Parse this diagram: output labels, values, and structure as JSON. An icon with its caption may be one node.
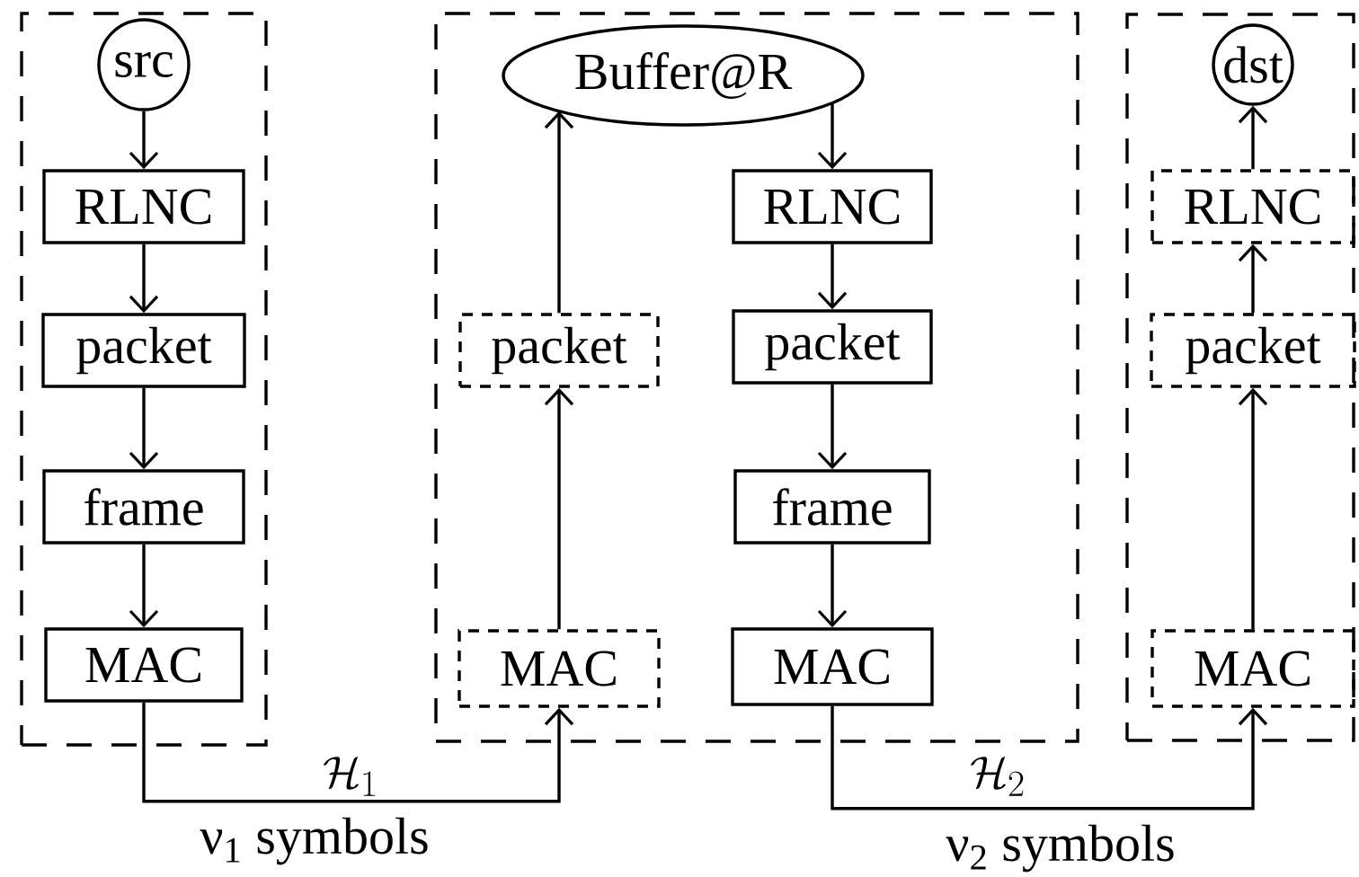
{
  "diagram": {
    "nodes": [
      {
        "text": [],
        "shape": "box"
      },
      {
        "text": [
          "src"
        ],
        "in": 0
      },
      {
        "text": [
          "RLNC"
        ],
        "in": 0
      },
      {
        "text": [
          "packet"
        ],
        "in": 0
      },
      {
        "text": [
          "frame"
        ],
        "in": 0
      },
      {
        "text": [
          "MAC"
        ],
        "in": 0
      },
      {
        "text": [],
        "shape": "box"
      },
      {
        "text": [
          "Buffer@R"
        ],
        "in": 6
      },
      {
        "text": [
          "packet"
        ],
        "in": 6
      },
      {
        "text": [
          "MAC"
        ],
        "in": 6
      },
      {
        "text": [
          "RLNC"
        ],
        "in": 6
      },
      {
        "text": [
          "packet"
        ],
        "in": 6
      },
      {
        "text": [
          "frame"
        ],
        "in": 6
      },
      {
        "text": [
          "MAC"
        ],
        "in": 6
      },
      {
        "text": [],
        "shape": "box"
      },
      {
        "text": [
          "dst"
        ],
        "in": 14
      },
      {
        "text": [
          "RLNC"
        ],
        "in": 14
      },
      {
        "text": [
          "packet"
        ],
        "in": 14
      },
      {
        "text": [
          "MAC"
        ],
        "in": 14
      }
    ],
    "edges": [
      {
        "from": 1,
        "to": 2,
        "arrow": "to"
      },
      {
        "from": 2,
        "to": 3,
        "arrow": "to"
      },
      {
        "from": 3,
        "to": 4,
        "arrow": "to"
      },
      {
        "from": 4,
        "to": 5,
        "arrow": "to"
      },
      {
        "from": 5,
        "to": 9,
        "arrow": "to",
        "label": "ν$_{1}$ symbols"
      },
      {
        "from": 9,
        "to": 8,
        "arrow": "to"
      },
      {
        "from": 8,
        "to": 7,
        "arrow": "to"
      },
      {
        "from": 7,
        "to": 10,
        "arrow": "to"
      },
      {
        "from": 10,
        "to": 11,
        "arrow": "to"
      },
      {
        "from": 11,
        "to": 12,
        "arrow": "to"
      },
      {
        "from": 12,
        "to": 13,
        "arrow": "to"
      },
      {
        "from": 13,
        "to": 18,
        "arrow": "to",
        "label": "ν$_{2}$ symbols"
      },
      {
        "from": 18,
        "to": 17,
        "arrow": "to"
      },
      {
        "from": 17,
        "to": 16,
        "arrow": "to"
      },
      {
        "from": 16,
        "to": 15,
        "arrow": "to"
      }
    ],
    "labels": [
      "\\mathcal{H}_1",
      "\\mathcal{H}_2"
    ]
  }
}
